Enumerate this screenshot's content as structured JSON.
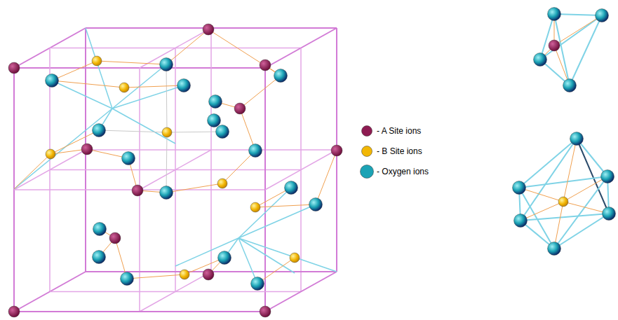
{
  "diagram": {
    "legend": [
      {
        "text": "- A Site ions",
        "color": "#8e1b52"
      },
      {
        "text": "- B Site ions",
        "color": "#f2b705"
      },
      {
        "text": "- Oxygen ions",
        "color": "#1ba3b5"
      }
    ]
  }
}
